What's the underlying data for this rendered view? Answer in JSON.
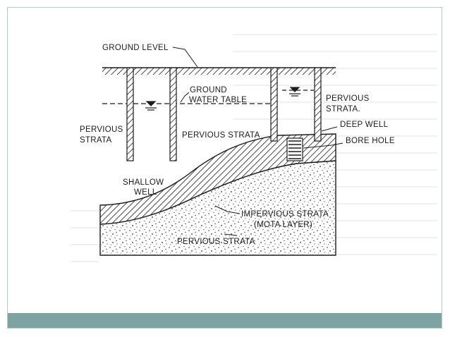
{
  "diagram": {
    "labels": {
      "ground_level": "GROUND LEVEL",
      "ground_water_table_1": "GROUND",
      "ground_water_table_2": "WATER TABLE",
      "pervious_strata_left_1": "PERVIOUS",
      "pervious_strata_left_2": "STRATA",
      "pervious_strata_mid": "PERVIOUS STRATA",
      "pervious_strata_right_1": "PERVIOUS",
      "pervious_strata_right_2": "STRATA.",
      "deep_well": "DEEP WELL",
      "bore_hole": "BORE HOLE",
      "shallow_well_1": "SHALLOW",
      "shallow_well_2": "WELL",
      "impervious_strata_1": "IMPERVIOUS STRATA",
      "impervious_strata_2": "(MOTA LAYER)",
      "pervious_strata_bottom": "PERVIOUS STRATA"
    }
  },
  "colors": {
    "ink": "#1c1c1c",
    "footer": "#7fa3a3",
    "frame": "#b9c9c9"
  }
}
